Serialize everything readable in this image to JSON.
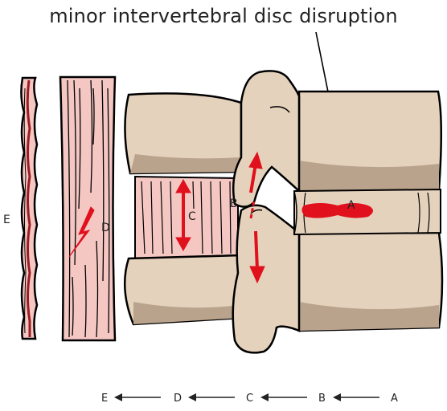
{
  "title": "minor intervertebral disc disruption",
  "labels": {
    "a": "A",
    "b": "B",
    "c": "C",
    "d": "D",
    "e": "E"
  },
  "sequence": [
    "E",
    "D",
    "C",
    "B",
    "A"
  ],
  "colors": {
    "bone_fill": "#e5d2bd",
    "bone_shadow": "#b9a38c",
    "outline": "#000000",
    "ligament_pink": "#f4c7c3",
    "tear_red": "#e0101c"
  }
}
